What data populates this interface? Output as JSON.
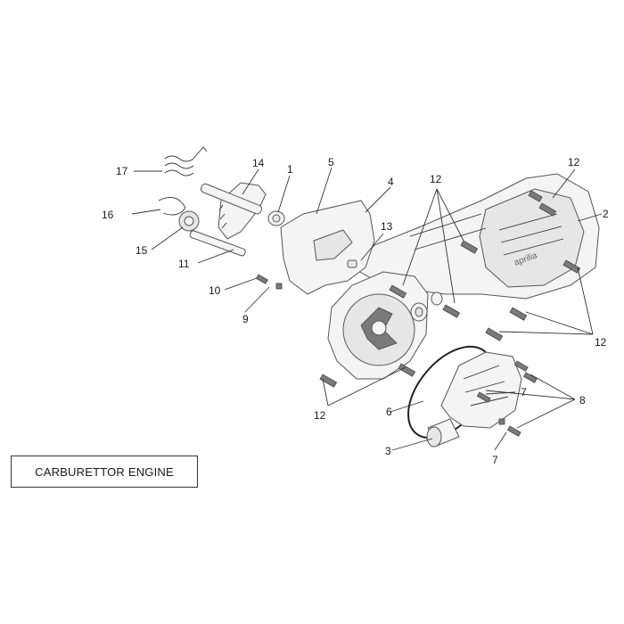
{
  "caption": "CARBURETTOR ENGINE",
  "callouts": {
    "c1": "1",
    "c2": "2",
    "c3": "3",
    "c4": "4",
    "c5": "5",
    "c6": "6",
    "c7a": "7",
    "c7b": "7",
    "c8": "8",
    "c9": "9",
    "c10": "10",
    "c11": "11",
    "c12a": "12",
    "c12b": "12",
    "c12c": "12",
    "c12d": "12",
    "c13": "13",
    "c14": "14",
    "c15": "15",
    "c16": "16",
    "c17": "17"
  },
  "logo_text": "aprilia"
}
